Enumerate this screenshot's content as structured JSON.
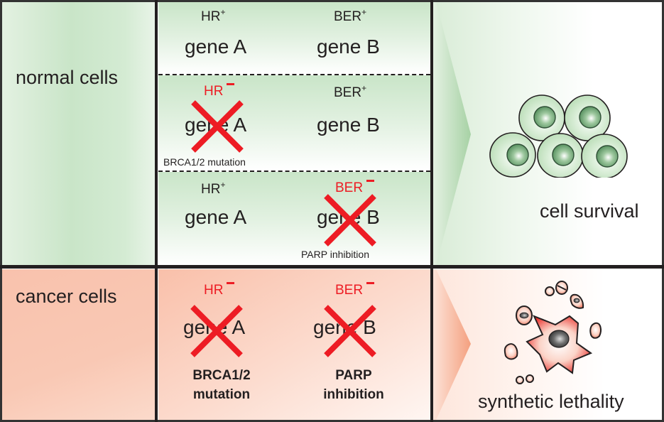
{
  "figure": {
    "title": "Synthetic lethality: HR and BER pathways",
    "colors": {
      "normal_green": "#c9e5c8",
      "cancer_salmon": "#f9c2ad",
      "inactivation_red": "#ed1c24",
      "text_dark": "#231f20"
    }
  },
  "rows": {
    "normal": {
      "label": "normal cells",
      "subrows": [
        {
          "gene_a": {
            "pathway": "HR",
            "state": "+",
            "name": "gene A",
            "inactivated": false
          },
          "gene_b": {
            "pathway": "BER",
            "state": "+",
            "name": "gene B",
            "inactivated": false
          }
        },
        {
          "gene_a": {
            "pathway": "HR",
            "state": "−",
            "name": "gene A",
            "inactivated": true,
            "cause": "BRCA1/2 mutation"
          },
          "gene_b": {
            "pathway": "BER",
            "state": "+",
            "name": "gene B",
            "inactivated": false
          }
        },
        {
          "gene_a": {
            "pathway": "HR",
            "state": "+",
            "name": "gene A",
            "inactivated": false
          },
          "gene_b": {
            "pathway": "BER",
            "state": "−",
            "name": "gene B",
            "inactivated": true,
            "cause": "PARP inhibition"
          }
        }
      ],
      "outcome": "cell survival",
      "outcome_icon": "healthy-cell-cluster-icon"
    },
    "cancer": {
      "label": "cancer cells",
      "gene_a": {
        "pathway": "HR",
        "state": "−",
        "name": "gene A",
        "inactivated": true,
        "cause_line1": "BRCA1/2",
        "cause_line2": "mutation"
      },
      "gene_b": {
        "pathway": "BER",
        "state": "−",
        "name": "gene B",
        "inactivated": true,
        "cause_line1": "PARP",
        "cause_line2": "inhibition"
      },
      "outcome": "synthetic lethality",
      "outcome_icon": "dying-cell-icon"
    }
  }
}
